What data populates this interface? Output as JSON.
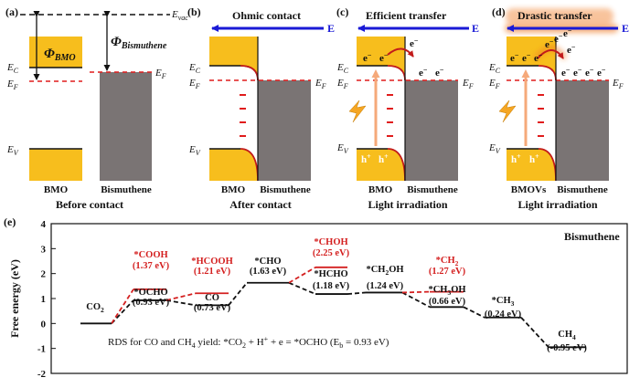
{
  "colors": {
    "bmo_fill": "#f7be1d",
    "bismuthene_fill": "#7a7474",
    "fermi_red": "#e01c1c",
    "arrow_blue": "#1a1ad6",
    "curve_red": "#c21b1b",
    "orange_arrow": "#f5a97a",
    "orange_glow": "#f07b25",
    "lightning": "#f5a623"
  },
  "panel_a": {
    "tag": "(a)",
    "evac_label": "E",
    "evac_sub": "vac",
    "phi_bmo_label": "Φ",
    "phi_bmo_sub": "BMO",
    "phi_bis_label": "Φ",
    "phi_bis_sub": "Bismuthene",
    "ec_label": "E",
    "ec_sub": "C",
    "ef_label": "E",
    "ef_sub": "F",
    "ef_right_label": "E",
    "ef_right_sub": "F",
    "ev_label": "E",
    "ev_sub": "V",
    "left_name": "BMO",
    "right_name": "Bismuthene",
    "caption": "Before contact"
  },
  "panel_b": {
    "tag": "(b)",
    "title": "Ohmic contact",
    "e_field": "E",
    "ec_label": "E",
    "ec_sub": "C",
    "ef_label": "E",
    "ef_sub": "F",
    "ef_right_label": "E",
    "ef_right_sub": "F",
    "ev_label": "E",
    "ev_sub": "V",
    "left_name": "BMO",
    "right_name": "Bismuthene",
    "caption": "After contact"
  },
  "panel_c": {
    "tag": "(c)",
    "title": "Efficient transfer",
    "e_field": "E",
    "ec_label": "E",
    "ec_sub": "C",
    "ef_label": "E",
    "ef_sub": "F",
    "ef_right_label": "E",
    "ef_right_sub": "F",
    "ev_label": "E",
    "ev_sub": "V",
    "electron": "e",
    "hole": "h",
    "left_name": "BMO",
    "right_name": "Bismuthene",
    "caption": "Light irradiation"
  },
  "panel_d": {
    "tag": "(d)",
    "title": "Drastic transfer",
    "e_field": "E",
    "ec_label": "E",
    "ec_sub": "C",
    "ef_label": "E",
    "ef_sub": "F",
    "ef_right_label": "E",
    "ef_right_sub": "F",
    "ev_label": "E",
    "ev_sub": "V",
    "electron": "e",
    "hole": "h",
    "left_name": "BMOVs",
    "right_name": "Bismuthene",
    "caption": "Light irradiation"
  },
  "panel_e": {
    "tag": "(e)",
    "title": "Bismuthene",
    "ylabel": "Free energy (eV)",
    "yticks": [
      "4",
      "3",
      "2",
      "1",
      "0",
      "-1",
      "-2"
    ],
    "rds_prefix": "RDS for CO and CH",
    "rds_sub": "4",
    "rds_rest": " yield: *CO",
    "rds_sub2": "2",
    "rds_rest2": " + H",
    "rds_sup": "+",
    "rds_rest3": " + e = *OCHO (E",
    "rds_sub3": "b",
    "rds_rest4": " = 0.93 eV)",
    "states": {
      "co2": "CO",
      "co2_sub": "2",
      "cooh": "*COOH",
      "cooh_val": "(1.37 eV)",
      "ocho": "*OCHO",
      "ocho_val": "(0.93 eV)",
      "hcooh": "*HCOOH",
      "hcooh_val": "(1.21 eV)",
      "co": "CO",
      "co_val": "(0.73 eV)",
      "cho": "*CHO",
      "cho_val": "(1.63 eV)",
      "choh": "*CHOH",
      "choh_val": "(2.25 eV)",
      "hcho": "*HCHO",
      "hcho_val": "(1.18 eV)",
      "ch2oh": "*CH",
      "ch2oh_sub": "2",
      "ch2oh_end": "OH",
      "ch2oh_val": "(1.24 eV)",
      "ch2": "*CH",
      "ch2_sub": "2",
      "ch2_val": "(1.27 eV)",
      "ch3oh": "*CH",
      "ch3oh_sub": "3",
      "ch3oh_end": "OH",
      "ch3oh_val": "(0.66 eV)",
      "ch3": "*CH",
      "ch3_sub": "3",
      "ch3_val": "(0.24 eV)",
      "ch4": "CH",
      "ch4_sub": "4",
      "ch4_val": "(-0.95 eV)"
    }
  },
  "chart_data": {
    "type": "line",
    "title": "Bismuthene",
    "xlabel": "",
    "ylabel": "Free energy (eV)",
    "ylim": [
      -2,
      4
    ],
    "yticks": [
      4,
      3,
      2,
      1,
      0,
      -1,
      -2
    ],
    "series": [
      {
        "name": "",
        "path": [
          "CO2",
          "*OCHO",
          "CO",
          "*CHO",
          "*HCHO",
          "*CH2OH",
          "*CH3OH",
          "*CH3",
          "CH4"
        ],
        "values": [
          0,
          0.93,
          0.73,
          1.63,
          1.18,
          1.24,
          0.66,
          0.24,
          -0.95
        ]
      },
      {
        "name": "",
        "path": [
          "CO2",
          "*COOH"
        ],
        "values": [
          0,
          1.37
        ]
      },
      {
        "name": "",
        "path": [
          "*OCHO",
          "*HCOOH"
        ],
        "values": [
          0.93,
          1.21
        ]
      },
      {
        "name": "",
        "path": [
          "*CHO",
          "*CHOH"
        ],
        "values": [
          1.63,
          2.25
        ]
      },
      {
        "name": "",
        "path": [
          "*CH2OH",
          "*CH2"
        ],
        "values": [
          1.24,
          1.27
        ]
      }
    ]
  }
}
